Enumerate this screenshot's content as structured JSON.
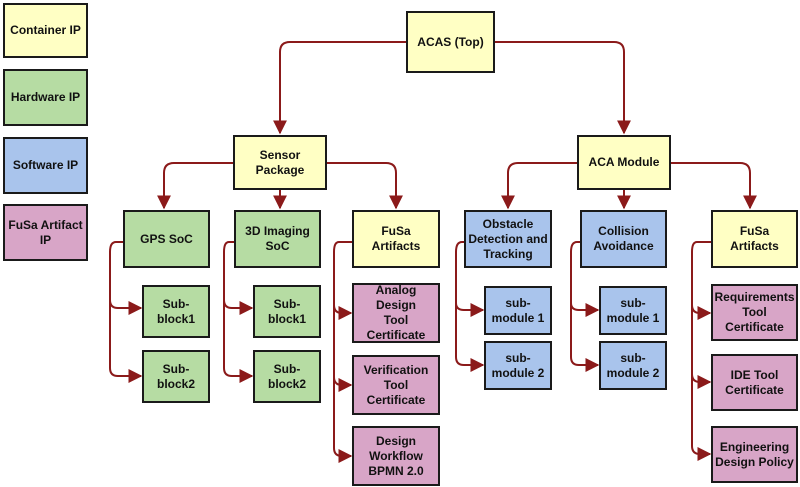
{
  "colors": {
    "container": "#ffffc4",
    "hardware": "#b6dca3",
    "software": "#a9c4ec",
    "fusa": "#d8a5c7",
    "edge": "#8b1a1a"
  },
  "legend": {
    "container": "Container IP",
    "hardware": "Hardware IP",
    "software": "Software IP",
    "fusa": "FuSa Artifact\nIP"
  },
  "nodes": {
    "acas": "ACAS (Top)",
    "sensor_package": "Sensor\nPackage",
    "aca_module": "ACA Module",
    "gps_soc": "GPS SoC",
    "imaging_soc": "3D Imaging\nSoC",
    "fusa_artifacts_sensor": "FuSa Artifacts",
    "obstacle_detection": "Obstacle\nDetection and\nTracking",
    "collision_avoidance": "Collision\nAvoidance",
    "fusa_artifacts_aca": "FuSa Artifacts",
    "gps_subblock1": "Sub-\nblock1",
    "gps_subblock2": "Sub-\nblock2",
    "img_subblock1": "Sub-\nblock1",
    "img_subblock2": "Sub-\nblock2",
    "analog_tool": "Analog Design\nTool\nCertificate",
    "verification_tool": "Verification\nTool\nCertificate",
    "design_workflow": "Design\nWorkflow\nBPMN 2.0",
    "od_submodule1": "sub-\nmodule 1",
    "od_submodule2": "sub-\nmodule 2",
    "ca_submodule1": "sub-\nmodule 1",
    "ca_submodule2": "sub-\nmodule 2",
    "requirements_tool": "Requirements\nTool\nCertificate",
    "ide_tool": "IDE Tool\nCertificate",
    "engineering_policy": "Engineering\nDesign Policy"
  }
}
